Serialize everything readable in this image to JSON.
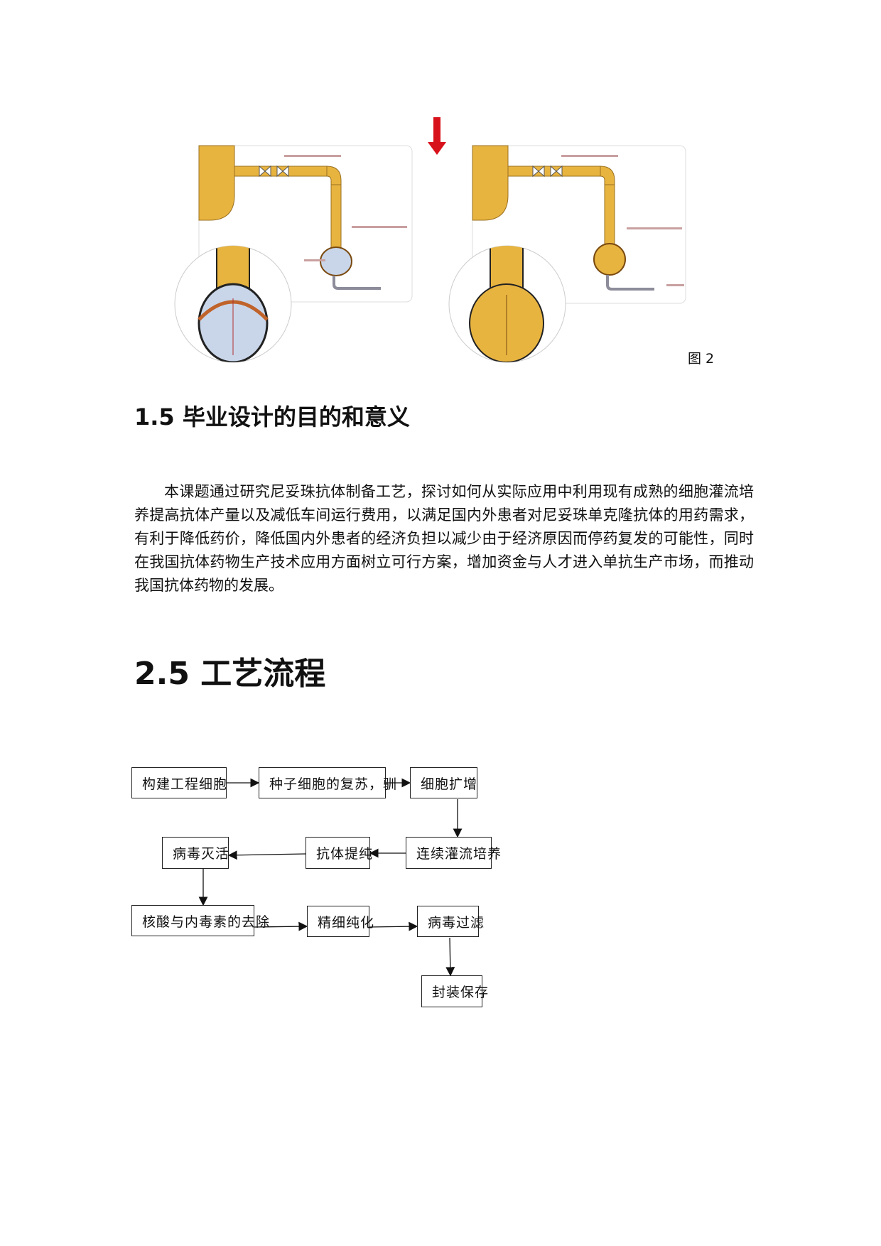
{
  "figure": {
    "caption": "图 2",
    "colors": {
      "liquid": "#e8b440",
      "filter": "#c9d6ea",
      "arrow": "#d8121b",
      "pipe": "#8c8c9a"
    }
  },
  "section_1_5": {
    "heading": "1.5 毕业设计的目的和意义",
    "paragraph": "本课题通过研究尼妥珠抗体制备工艺，探讨如何从实际应用中利用现有成熟的细胞灌流培养提高抗体产量以及减低车间运行费用，以满足国内外患者对尼妥珠单克隆抗体的用药需求，有利于降低药价，降低国内外患者的经济负担以减少由于经济原因而停药复发的可能性，同时在我国抗体药物生产技术应用方面树立可行方案，增加资金与人才进入单抗生产市场，而推动我国抗体药物的发展。"
  },
  "section_2_5": {
    "heading": "2.5 工艺流程"
  },
  "flowchart": {
    "steps": [
      "构建工程细胞",
      "种子细胞的复苏，驯",
      "细胞扩增",
      "连续灌流培养",
      "抗体提纯",
      "病毒灭活",
      "核酸与内毒素的去除",
      "精细纯化",
      "病毒过滤",
      "封装保存"
    ]
  }
}
